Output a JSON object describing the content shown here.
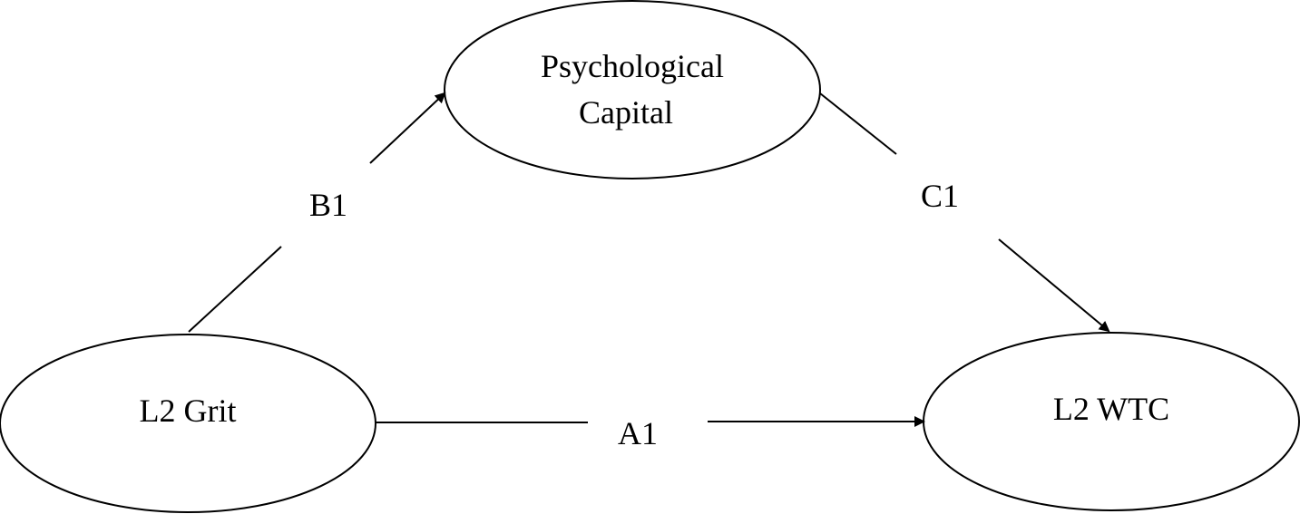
{
  "nodes": {
    "psychological_capital": {
      "line1": "Psychological",
      "line2": "Capital"
    },
    "l2_grit": {
      "label": "L2 Grit"
    },
    "l2_wtc": {
      "label": "L2 WTC"
    }
  },
  "edges": {
    "a1": {
      "label": "A1",
      "from": "L2 Grit",
      "to": "L2 WTC"
    },
    "b1": {
      "label": "B1",
      "from": "L2 Grit",
      "to": "Psychological Capital"
    },
    "c1": {
      "label": "C1",
      "from": "Psychological Capital",
      "to": "L2 WTC"
    }
  },
  "colors": {
    "stroke": "#000000",
    "background": "#ffffff"
  }
}
